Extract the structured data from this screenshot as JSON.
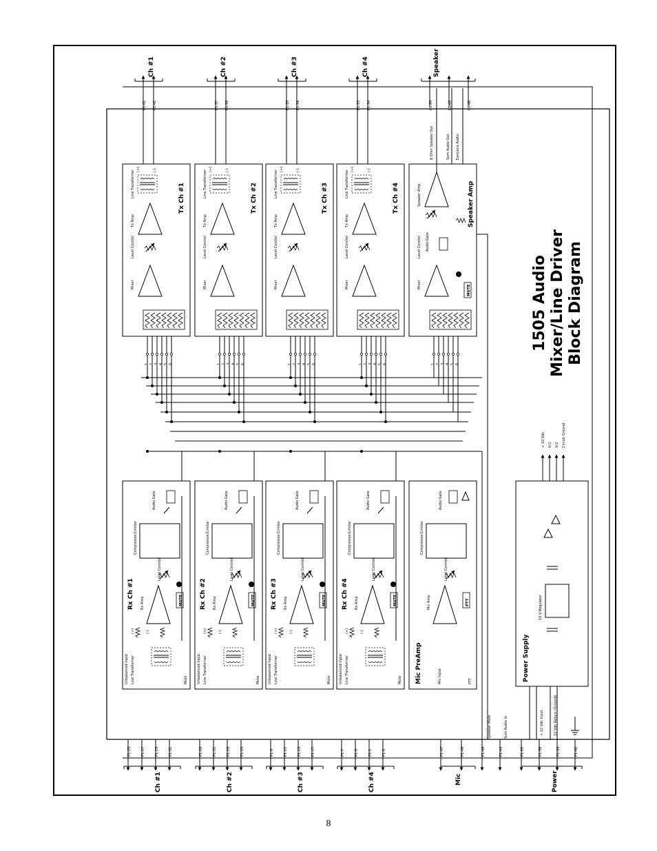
{
  "title": {
    "line1": "1505 Audio",
    "line2": "Mixer/Line Driver",
    "line3": "Block Diagram"
  },
  "page_number": "8",
  "rx_channels": [
    {
      "label": "Rx Ch #1",
      "group": "Ch #1",
      "pins": [
        "P1-25",
        "P1-27",
        "P1-29",
        "P1-31"
      ]
    },
    {
      "label": "Rx Ch #2",
      "group": "Ch #2",
      "pins": [
        "P1-19",
        "P1-21",
        "P1-15",
        "P1-23"
      ]
    },
    {
      "label": "Rx Ch #3",
      "group": "Ch #3",
      "pins": [
        "P1-9",
        "P1-11",
        "P1-13",
        "P1-17"
      ]
    },
    {
      "label": "Rx Ch #4",
      "group": "Ch #4",
      "pins": [
        "P1-7",
        "P1-5",
        "P1-1",
        "P1-3"
      ]
    }
  ],
  "rx_block": {
    "unbalanced_input": "Unbalanced Input",
    "line_transformer": "Line Transformer",
    "plus": "(+)",
    "minus": "(-)",
    "mute": "Mute",
    "rx_amp": "Rx Amp",
    "level_control": "Level Control",
    "compressor": "Compressor/Limiter",
    "audio_gate": "Audio Gate",
    "mute_badge": "MUTE"
  },
  "mic_block": {
    "title": "Mic PreAmp",
    "mic_input": "Mic Input",
    "ptt": "PTT",
    "mic_amp": "Mic Amp",
    "ptt_badge": "PTT",
    "group": "Mic",
    "pins": [
      "P1-47",
      "P1-49"
    ]
  },
  "tx_channels": [
    {
      "label": "Tx Ch #1",
      "group": "Ch #1",
      "pins": [
        "P1-41",
        "P1-42"
      ]
    },
    {
      "label": "Tx Ch #2",
      "group": "Ch #2",
      "pins": [
        "P1-37",
        "P1-38"
      ]
    },
    {
      "label": "Tx Ch #3",
      "group": "Ch #3",
      "pins": [
        "P1-35",
        "P1-36"
      ]
    },
    {
      "label": "Tx Ch #4",
      "group": "Ch #4",
      "pins": [
        "P1-33",
        "P1-34"
      ]
    }
  ],
  "tx_block": {
    "mixer": "Mixer",
    "level_control": "Level Control",
    "tx_amp": "Tx Amp",
    "line_transformer": "Line Transformer",
    "plus": "(+)",
    "minus": "(-)",
    "switch_numbers": [
      "1",
      "2",
      "3",
      "4",
      "5",
      "6"
    ],
    "switch_numbers_alt": [
      "1",
      "2",
      "3",
      "4",
      "5",
      "6"
    ]
  },
  "speaker_block": {
    "title": "Speaker Amp",
    "mixer": "Mixer",
    "audio_gate": "Audio Gate",
    "level_control": "Level Control",
    "speaker_amp": "Speaker Amp",
    "mute_badge": "MUTE",
    "out_8ohm": "8 Ohm Speaker Out",
    "sum_audio_out": "Sum Audio Out",
    "earpiece_audio": "Earpiece Audio",
    "group": "Speaker",
    "pins": [
      "P1-54",
      "P1-45",
      "P1-46"
    ]
  },
  "left_signals": {
    "speaker_mute": "Speaker Mute",
    "sum_audio_in": "Sum Audio In",
    "pins": [
      "P1-48",
      "P1-44"
    ]
  },
  "power_supply": {
    "title": "Power Supply",
    "regulator": "10 V Regulator",
    "plus_12_input": "+ 12 Vdc Input",
    "return_ground": "12 Vdc Return (Ground)",
    "plus_10": "+ 10 Vdc",
    "vr1": "Vr1",
    "vr2": "Vr2",
    "circuit_ground": "Circuit Ground",
    "group": "Power",
    "pins": [
      "P1-55",
      "P1-56",
      "P1-39",
      "P1-40"
    ]
  }
}
